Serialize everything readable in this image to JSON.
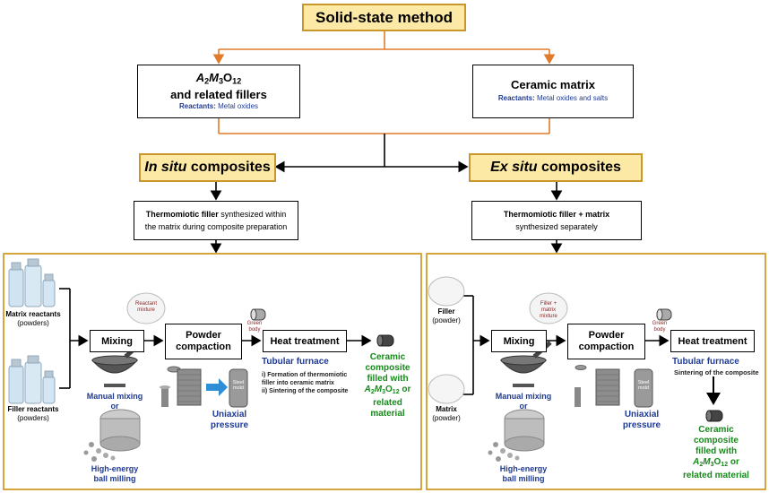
{
  "title": "Solid-state method",
  "left_branch": {
    "formula_parts": [
      "A",
      "2",
      "M",
      "3",
      "O",
      "12"
    ],
    "line2": "and related fillers",
    "reactants_label": "Reactants:",
    "reactants_value": "Metal oxides"
  },
  "right_branch": {
    "line1": "Ceramic matrix",
    "reactants_label": "Reactants:",
    "reactants_value": "Metal oxides and salts"
  },
  "insitu": {
    "title_em": "In situ",
    "title_rest": "composites",
    "desc_bold": "Thermomiotic filler",
    "desc_rest1": "synthesized within",
    "desc_line2": "the matrix during composite preparation"
  },
  "exsitu": {
    "title_em": "Ex situ",
    "title_rest": "composites",
    "desc_bold": "Thermomiotic filler + matrix",
    "desc_line2": "synthesized separately"
  },
  "left_panel": {
    "matrix_reactants": "Matrix reactants",
    "matrix_powders": "(powders)",
    "filler_reactants": "Filler reactants",
    "filler_powders": "(powders)",
    "reactant_mixture": "Reactant mixture",
    "mixing": "Mixing",
    "powder_compaction": "Powder compaction",
    "green_body": "Green body",
    "heat_treatment": "Heat treatment",
    "tubular_furnace": "Tubular furnace",
    "step1": "i) Formation of thermomiotic filler into ceramic matrix",
    "step2": "ii) Sintering of the composite",
    "steel_mold": "Steel mold",
    "manual_mixing": "Manual mixing",
    "or": "or",
    "high_energy": "High-energy",
    "ball_milling": "ball milling",
    "uniaxial": "Uniaxial",
    "pressure": "pressure",
    "result_line1": "Ceramic",
    "result_line2": "composite",
    "result_line3": "filled with",
    "result_formula": [
      "A",
      "2",
      "M",
      "3",
      "O",
      "12",
      " or"
    ],
    "result_line5": "related",
    "result_line6": "material"
  },
  "right_panel": {
    "filler": "Filler",
    "filler_powder": "(powder)",
    "matrix": "Matrix",
    "matrix_powder": "(powder)",
    "filler_matrix_mixture": "Filler + matrix mixture",
    "mixing": "Mixing",
    "powder_compaction": "Powder compaction",
    "green_body": "Green body",
    "heat_treatment": "Heat treatment",
    "tubular_furnace": "Tubular furnace",
    "step": "Sintering of the composite",
    "steel_mold": "Steel mold",
    "manual_mixing": "Manual mixing",
    "or": "or",
    "high_energy": "High-energy",
    "ball_milling": "ball milling",
    "uniaxial": "Uniaxial",
    "pressure": "pressure",
    "result_line1": "Ceramic",
    "result_line2": "composite",
    "result_line3": "filled with",
    "result_formula": [
      "A",
      "2",
      "M",
      "3",
      "O",
      "12",
      " or"
    ],
    "result_line5": "related material"
  },
  "colors": {
    "title_fill": "#fde9a6",
    "title_border": "#c8962a",
    "orange_line": "#e07b2a",
    "panel_border": "#d39b2a",
    "navy": "#1f3a93",
    "green": "#168a1a"
  }
}
